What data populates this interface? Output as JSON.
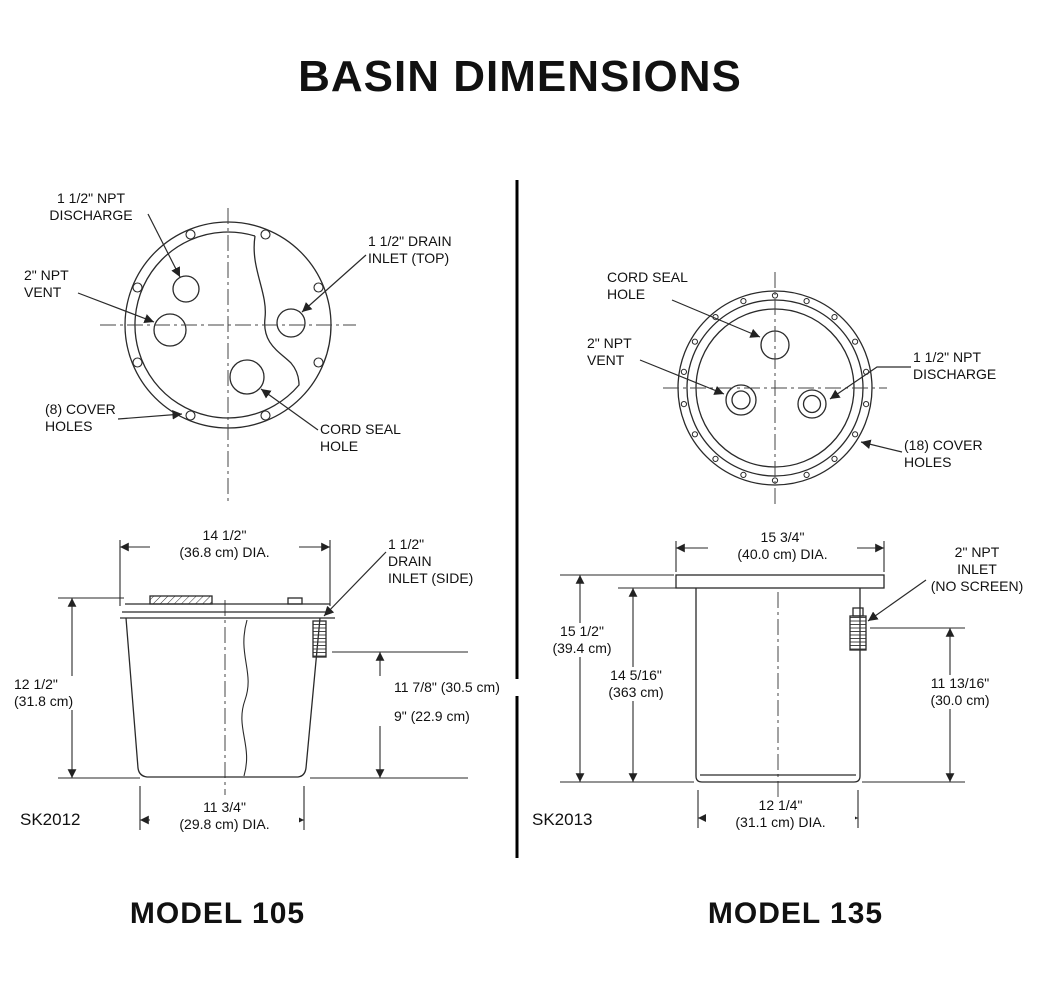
{
  "title": "BASIN DIMENSIONS",
  "model105": {
    "labels": {
      "discharge": "1 1/2\" NPT\nDISCHARGE",
      "vent": "2\" NPT\nVENT",
      "drain_inlet_top": "1 1/2\" DRAIN\nINLET (TOP)",
      "cover_holes": "(8) COVER\nHOLES",
      "cord_seal": "CORD SEAL\nHOLE",
      "drain_inlet_side": "1 1/2\"\nDRAIN\nINLET (SIDE)"
    },
    "dimensions": {
      "top_diameter": "14 1/2\"\n(36.8 cm) DIA.",
      "overall_height": "12 1/2\"\n(31.8 cm)",
      "basin_height": "11 7/8\" (30.5 cm)",
      "inlet_height": "9\" (22.9 cm)",
      "bottom_diameter": "11 3/4\"\n(29.8 cm) DIA."
    },
    "drawing_number": "SK2012",
    "model_name": "MODEL 105"
  },
  "model135": {
    "labels": {
      "cord_seal": "CORD SEAL\nHOLE",
      "vent": "2\" NPT\nVENT",
      "discharge": "1 1/2\" NPT\nDISCHARGE",
      "cover_holes": "(18) COVER\nHOLES",
      "inlet": "2\" NPT\nINLET\n(NO SCREEN)"
    },
    "dimensions": {
      "top_diameter": "15 3/4\"\n(40.0 cm) DIA.",
      "overall_height": "15 1/2\"\n(39.4 cm)",
      "basin_height": "14 5/16\"\n(363 cm)",
      "inlet_height": "11 13/16\"\n(30.0 cm)",
      "bottom_diameter": "12 1/4\"\n(31.1 cm) DIA."
    },
    "drawing_number": "SK2013",
    "model_name": "MODEL 135"
  }
}
